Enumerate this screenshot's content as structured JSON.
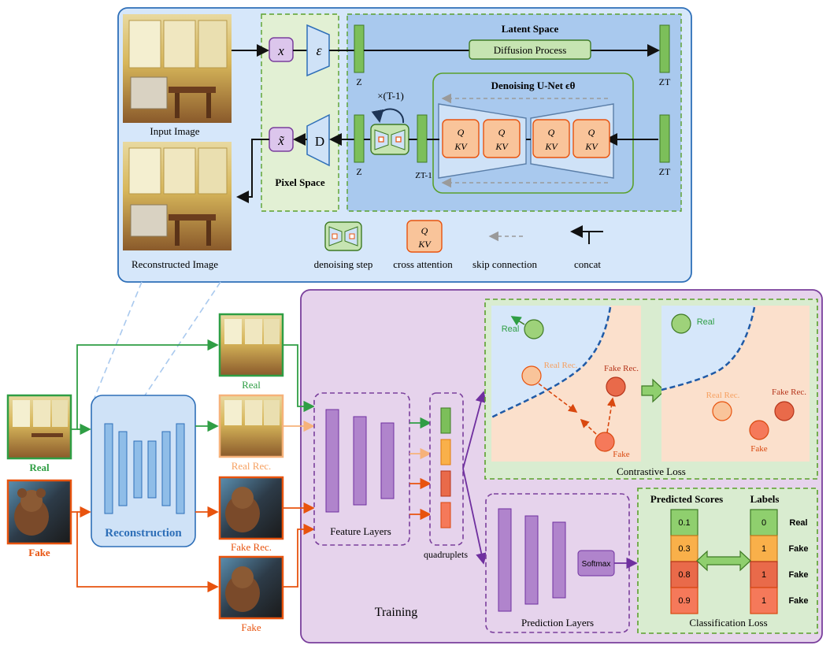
{
  "colors": {
    "top_panel_bg": "#d6e7fa",
    "top_panel_border": "#2e6fb8",
    "latent_bg": "#a9c9ee",
    "pixel_bg": "#e2f0d4",
    "training_bg": "#e6d3ec",
    "training_border": "#7a3f9c",
    "green": "#2f9e44",
    "orange": "#e8530e",
    "light_orange": "#f6b27a",
    "purple": "#6f2f9f",
    "feature_bar": "#b084cc",
    "recon_box": "#cfe2f7",
    "recon_bar": "#8fbde8"
  },
  "top": {
    "input_image_label": "Input Image",
    "reconstructed_label": "Reconstructed Image",
    "pixel_space_label": "Pixel Space",
    "latent_space_label": "Latent Space",
    "diffusion_process_label": "Diffusion Process",
    "unet_label": "Denoising U-Net ϵθ",
    "repeat_label": "×(T-1)",
    "x_symbol": "x",
    "x_tilde_symbol": "x̃",
    "encoder_symbol": "ε",
    "decoder_symbol": "D",
    "z_top": "Z",
    "z_bottom": "Z",
    "zt_top": "ZT",
    "zt_bottom": "ZT",
    "zt1": "ZT-1",
    "qkv_q": "Q",
    "qkv_kv": "KV"
  },
  "legend": {
    "denoising_step": "denoising step",
    "cross_attention": "cross attention",
    "skip_connection": "skip connection",
    "concat": "concat"
  },
  "bottom": {
    "real_label": "Real",
    "fake_label": "Fake",
    "reconstruction_label": "Reconstruction",
    "real_out_label": "Real",
    "real_rec_label": "Real Rec.",
    "fake_rec_label": "Fake Rec.",
    "fake_out_label": "Fake",
    "feature_layers_label": "Feature Layers",
    "quadruplets_label": "quadruplets",
    "training_label": "Training",
    "prediction_layers_label": "Prediction Layers",
    "softmax_label": "Softmax",
    "contrastive_loss_label": "Contrastive Loss",
    "classification_loss_label": "Classification Loss",
    "predicted_scores_label": "Predicted Scores",
    "labels_label": "Labels",
    "contrastive_left": {
      "real": "Real",
      "real_rec": "Real Rec.",
      "fake_rec": "Fake Rec.",
      "fake": "Fake"
    },
    "contrastive_right": {
      "real": "Real",
      "real_rec": "Real Rec.",
      "fake_rec": "Fake Rec.",
      "fake": "Fake"
    },
    "scores": [
      {
        "score": "0.1",
        "label": "0",
        "name": "Real"
      },
      {
        "score": "0.3",
        "label": "1",
        "name": "Fake"
      },
      {
        "score": "0.8",
        "label": "1",
        "name": "Fake"
      },
      {
        "score": "0.9",
        "label": "1",
        "name": "Fake"
      }
    ]
  }
}
